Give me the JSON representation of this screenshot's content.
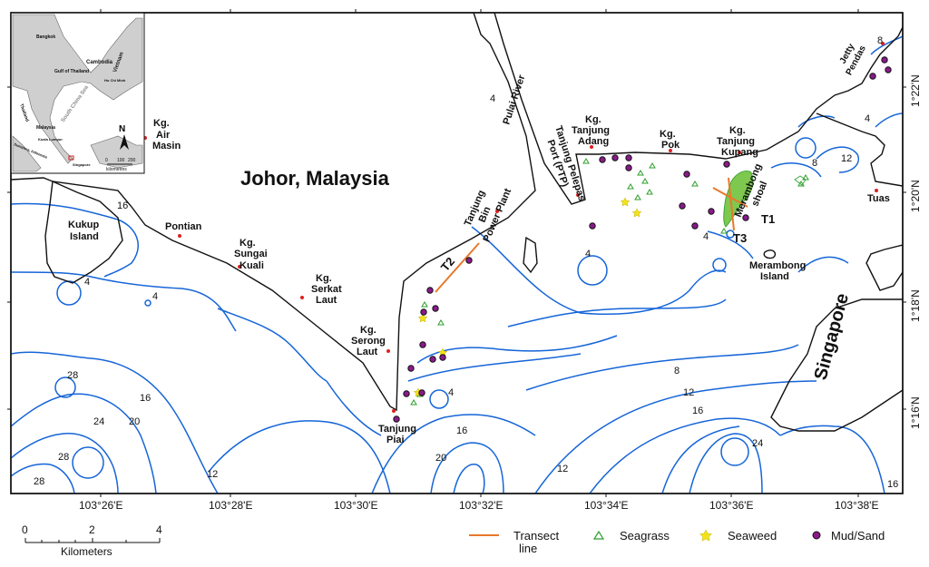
{
  "colors": {
    "contour": "#1565d8",
    "coast": "#111111",
    "transect": "#e8782a",
    "seagrass": "#2e9e2e",
    "seaweed": "#f2e21a",
    "mud_sand_fill": "#8a1a8a",
    "village": "#e02020",
    "frame": "#111111"
  },
  "map": {
    "title_region": "Johor, Malaysia",
    "country_singapore": "Singapore",
    "places": {
      "kg_air_masin": [
        "Kg.",
        "Air",
        "Masin"
      ],
      "kukup_island": [
        "Kukup",
        "Island"
      ],
      "pontian": [
        "Pontian"
      ],
      "kg_sungai_kuali": [
        "Kg.",
        "Sungai",
        "Kuali"
      ],
      "kg_serkat_laut": [
        "Kg.",
        "Serkat",
        "Laut"
      ],
      "kg_serong_laut": [
        "Kg.",
        "Serong",
        "Laut"
      ],
      "tanjung_piai": [
        "Tanjung",
        "Piai"
      ],
      "tanjung_bin": [
        "Tanjung",
        "Bin",
        "Power Plant"
      ],
      "pulai_river": "Pulai River",
      "ptp": [
        "Tanjung Pelepas",
        "Port (PTP)"
      ],
      "kg_tanjung_adang": [
        "Kg.",
        "Tanjung",
        "Adang"
      ],
      "kg_pok": [
        "Kg.",
        "Pok"
      ],
      "kg_tanjung_kupang": [
        "Kg.",
        "Tanjung",
        "Kupang"
      ],
      "merambong_shoal": [
        "Merambong",
        "shoal"
      ],
      "merambong_island": [
        "Merambong",
        "Island"
      ],
      "jetty_pendas": [
        "Jetty",
        "Pendas"
      ],
      "tuas": [
        "Tuas"
      ]
    },
    "transects": [
      "T1",
      "T2",
      "T3"
    ],
    "depth_labels": [
      "16",
      "4",
      "4",
      "28",
      "24",
      "20",
      "16",
      "12",
      "28",
      "28",
      "20",
      "16",
      "12",
      "4",
      "8",
      "12",
      "16",
      "24",
      "4",
      "4",
      "4",
      "12",
      "8",
      "16",
      "8",
      "4"
    ],
    "lon_ticks": [
      "103°26'E",
      "103°28'E",
      "103°30'E",
      "103°32'E",
      "103°34'E",
      "103°36'E",
      "103°38'E"
    ],
    "lat_ticks": [
      "1°22'N",
      "1°20'N",
      "1°18'N",
      "1°16'N"
    ]
  },
  "inset": {
    "labels": [
      "Bangkok",
      "Gulf of Thailand",
      "Cambodia",
      "Vietnam",
      "Ho Chi Minh",
      "Thailand",
      "South China Sea",
      "Malaysia",
      "Kuala Lumpur",
      "Sumatera, Indonesia",
      "Singapore"
    ],
    "north": "N",
    "scale_values": [
      "0",
      "100",
      "200"
    ],
    "scale_unit": "kilometres"
  },
  "scalebar": {
    "values": [
      "0",
      "2",
      "4"
    ],
    "unit": "Kilometers"
  },
  "legend": {
    "items": [
      {
        "key": "transect",
        "label_lines": [
          "Transect",
          "line"
        ]
      },
      {
        "key": "seagrass",
        "label_lines": [
          "Seagrass"
        ]
      },
      {
        "key": "seaweed",
        "label_lines": [
          "Seaweed"
        ]
      },
      {
        "key": "mud_sand",
        "label_lines": [
          "Mud/Sand"
        ]
      }
    ]
  }
}
